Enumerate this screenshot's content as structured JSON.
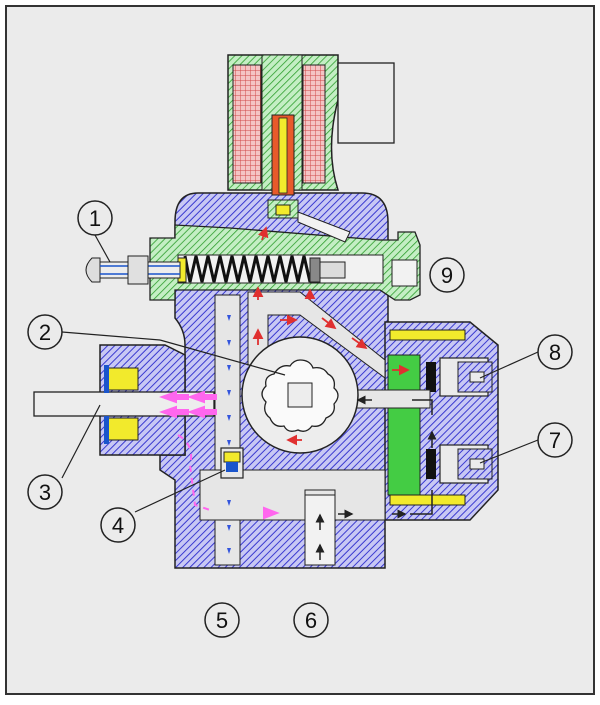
{
  "callouts": [
    {
      "label": "1"
    },
    {
      "label": "2"
    },
    {
      "label": "3"
    },
    {
      "label": "4"
    },
    {
      "label": "5"
    },
    {
      "label": "6"
    },
    {
      "label": "7"
    },
    {
      "label": "8"
    },
    {
      "label": "9"
    }
  ],
  "colors": {
    "background": "#ebebeb",
    "body_hatch": "#3a3ad0",
    "body_fill": "#c8c8f4",
    "solenoid_hatch": "#2e9e2e",
    "solenoid_fill": "#c4eec4",
    "coil": "#f0b0b0",
    "armature": "#e85a2a",
    "yellow": "#f2ea2c",
    "flow_red": "#e03030",
    "flow_pink": "#ff66ee",
    "flow_blue": "#3355dd"
  }
}
